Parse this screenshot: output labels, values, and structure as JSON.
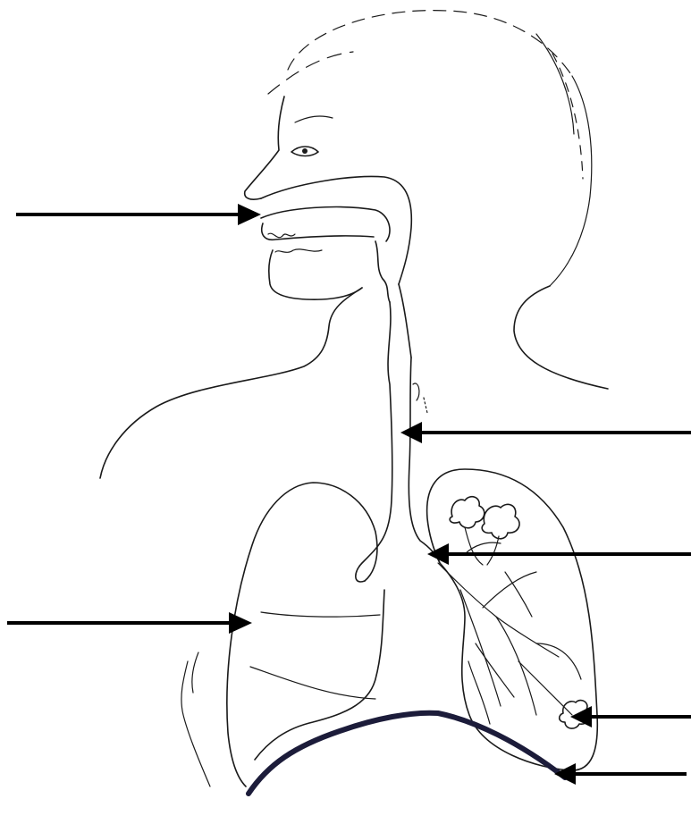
{
  "diagram": {
    "subject": "respiratory-system",
    "labels_shown": false,
    "arrow_color": "#000000",
    "diaphragm_color": "#1c1c3a",
    "arrows": [
      {
        "name": "nasal-cavity",
        "direction": "right"
      },
      {
        "name": "trachea",
        "direction": "left"
      },
      {
        "name": "bronchus",
        "direction": "left"
      },
      {
        "name": "lung",
        "direction": "right"
      },
      {
        "name": "alveoli",
        "direction": "left"
      },
      {
        "name": "diaphragm",
        "direction": "left"
      }
    ]
  }
}
